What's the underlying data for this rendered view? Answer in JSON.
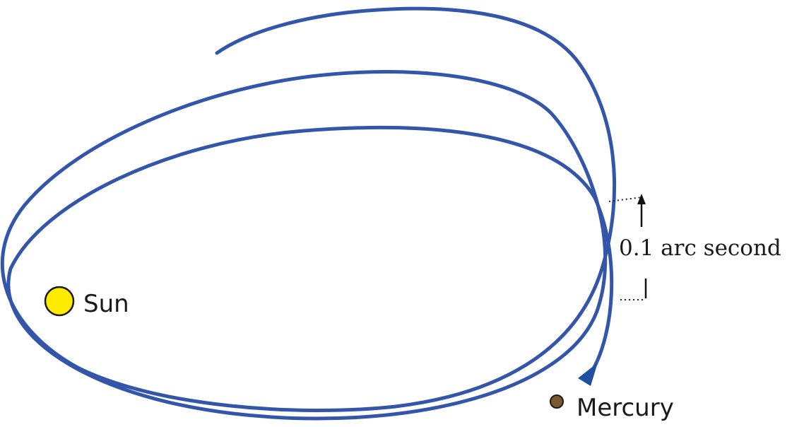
{
  "labels": {
    "sun": "Sun",
    "mercury": "Mercury",
    "measurement": "0.1 arc second"
  },
  "colors": {
    "orbit": "#3355aa",
    "sun_fill": "#ffeb00",
    "mercury_fill": "#7a5a2a",
    "outline": "#1a1a1a"
  }
}
